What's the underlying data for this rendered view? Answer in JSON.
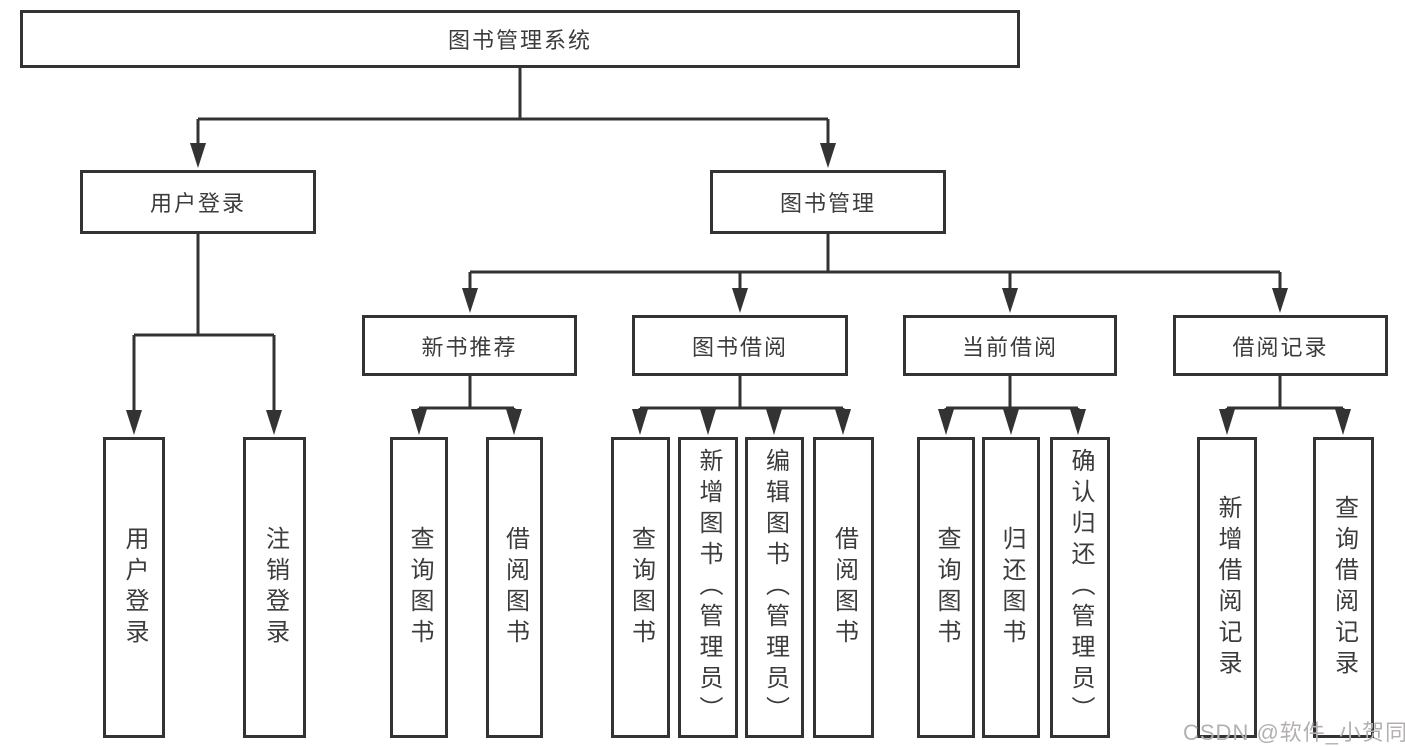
{
  "tree": {
    "label": "图书管理系统",
    "children": [
      {
        "label": "用户登录",
        "children": [
          {
            "label": "用户登录"
          },
          {
            "label": "注销登录"
          }
        ]
      },
      {
        "label": "图书管理",
        "children": [
          {
            "label": "新书推荐",
            "children": [
              {
                "label": "查询图书"
              },
              {
                "label": "借阅图书"
              }
            ]
          },
          {
            "label": "图书借阅",
            "children": [
              {
                "label": "查询图书"
              },
              {
                "label": "新增图书（管理员）"
              },
              {
                "label": "编辑图书（管理员）"
              },
              {
                "label": "借阅图书"
              }
            ]
          },
          {
            "label": "当前借阅",
            "children": [
              {
                "label": "查询图书"
              },
              {
                "label": "归还图书"
              },
              {
                "label": "确认归还（管理员）"
              }
            ]
          },
          {
            "label": "借阅记录",
            "children": [
              {
                "label": "新增借阅记录"
              },
              {
                "label": "查询借阅记录"
              }
            ]
          }
        ]
      }
    ]
  },
  "watermark": "CSDN @软件_小贺同学",
  "colors": {
    "line": "#333333",
    "box_border": "#333333",
    "text": "#3c3c3c",
    "watermark": "#b5b0b0",
    "background": "#ffffff"
  }
}
